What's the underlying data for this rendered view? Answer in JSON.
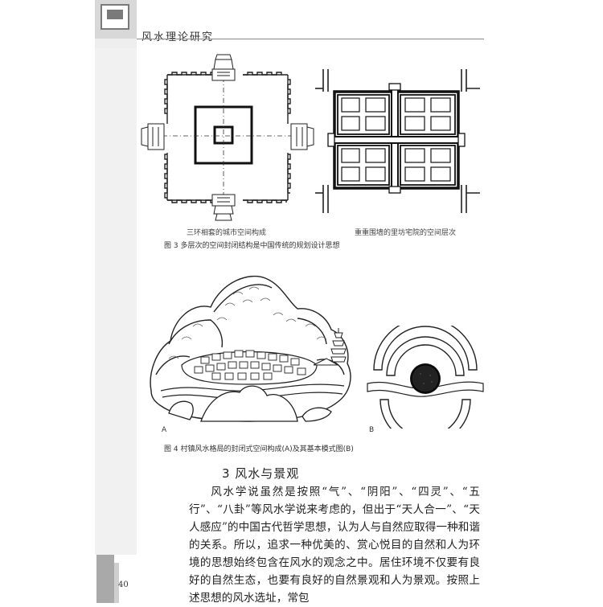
{
  "header": {
    "title": "风水理论研究"
  },
  "figure3": {
    "left_caption": "三环相套的城市空间构成",
    "right_caption": "重重围墙的里坊宅院的空间层次",
    "caption": "图 3   多层次的空间封闭结构是中国传统的规划设计思想"
  },
  "figure4": {
    "label_a": "A",
    "label_b": "B",
    "caption": "图 4   村镇风水格局的封闭式空间构成(A)及其基本模式图(B)"
  },
  "section": {
    "heading": "3  风水与景观",
    "paragraph": "风水学说虽然是按照“气”、“阴阳”、“四灵”、“五行”、“八卦”等风水学说来考虑的，但出于“天人合一”、“天人感应”的中国古代哲学思想，认为人与自然应取得一种和谐的关系。所以，追求一种优美的、赏心悦目的自然和人为环境的思想始终包含在风水的观念之中。居住环境不仅要有良好的自然生态，也要有良好的自然景观和人为景观。按照上述思想的风水选址，常包"
  },
  "footer": {
    "page_number": "40"
  }
}
